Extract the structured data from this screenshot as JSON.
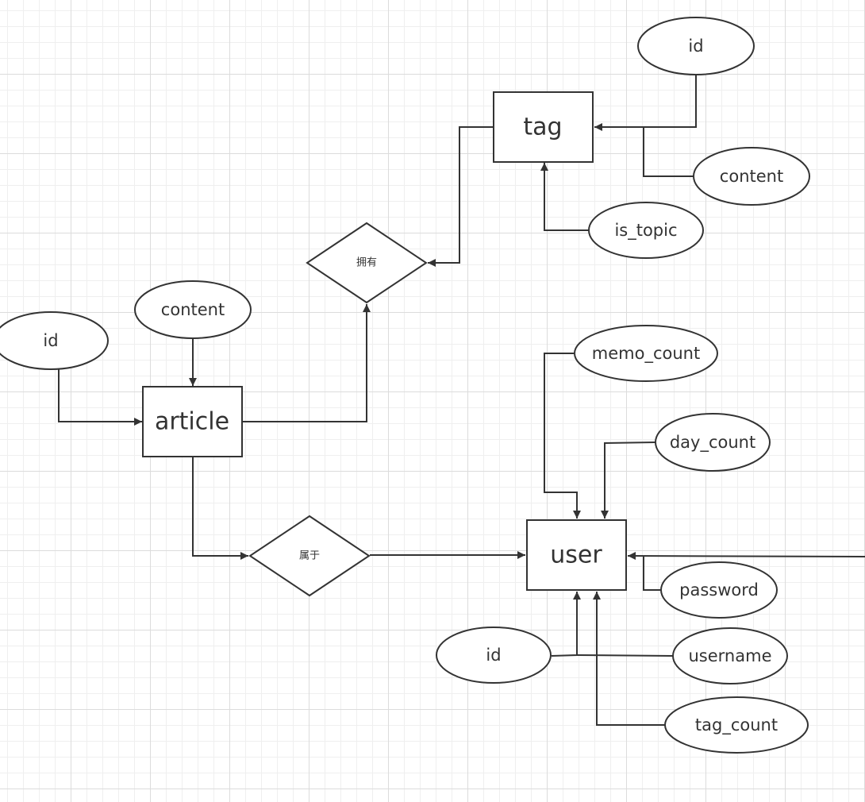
{
  "diagram": {
    "entities": {
      "tag": "tag",
      "article": "article",
      "user": "user"
    },
    "relationships": {
      "has": "拥有",
      "belongs_to": "属于"
    },
    "attributes": {
      "tag_id": "id",
      "tag_content": "content",
      "tag_is_topic": "is_topic",
      "article_id": "id",
      "article_content": "content",
      "user_memo_count": "memo_count",
      "user_day_count": "day_count",
      "user_password": "password",
      "user_id": "id",
      "user_username": "username",
      "user_tag_count": "tag_count"
    },
    "colors": {
      "stroke": "#333333",
      "fill": "#ffffff",
      "grid_major": "#dcdcdc",
      "grid_minor": "#efefef"
    }
  }
}
